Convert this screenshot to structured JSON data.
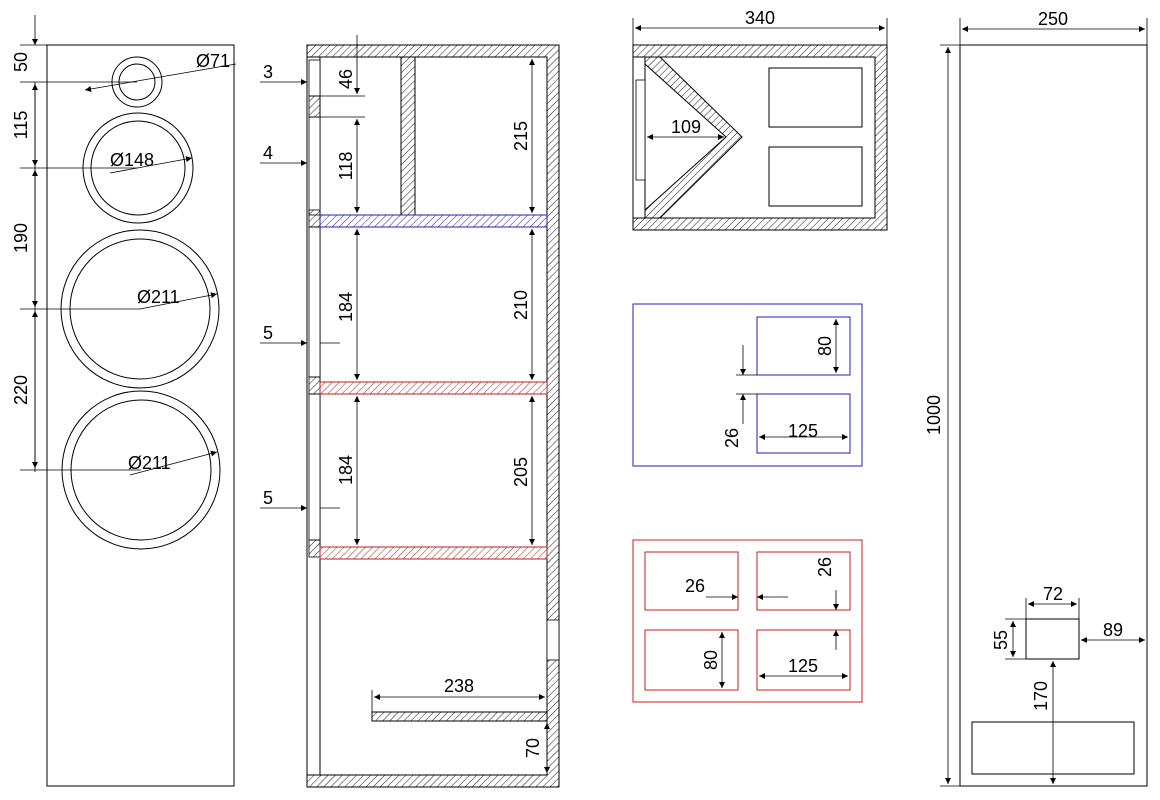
{
  "front": {
    "dim_tweeter_top": "50",
    "dim_tweeter_mid": "115",
    "dim_mid_woofer1": "190",
    "dim_woofer1_woofer2": "220",
    "dia_tweeter": "Ø71",
    "dia_mid": "Ø148",
    "dia_woofer1": "Ø211",
    "dia_woofer2": "Ø211"
  },
  "section": {
    "dim_wall_3": "3",
    "dim_wall_4": "4",
    "dim_wall_5a": "5",
    "dim_wall_5b": "5",
    "dim_46": "46",
    "dim_118": "118",
    "dim_215": "215",
    "dim_184a": "184",
    "dim_210": "210",
    "dim_184b": "184",
    "dim_205": "205",
    "dim_238": "238",
    "dim_70": "70"
  },
  "top_view": {
    "width": "340",
    "depth_109": "109"
  },
  "blue_shelf": {
    "dim_80": "80",
    "dim_26": "26",
    "dim_125": "125"
  },
  "red_shelf": {
    "dim_26_h": "26",
    "dim_26_v": "26",
    "dim_80": "80",
    "dim_125": "125"
  },
  "side": {
    "width": "250",
    "height": "1000",
    "port_width": "72",
    "port_height": "55",
    "port_offset": "89",
    "port_bottom": "170"
  }
}
